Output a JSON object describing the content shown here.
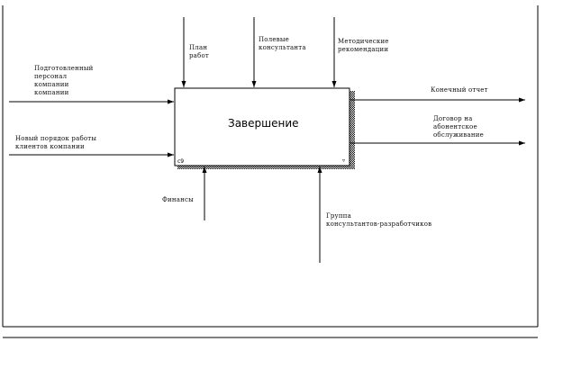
{
  "activity": {
    "title": "Завершение",
    "node_ref": "с9",
    "mark": "▿"
  },
  "controls": {
    "plan": [
      "План",
      "работ"
    ],
    "consultant_report": [
      "Полевые",
      "консультанта"
    ],
    "methodical": [
      "Методические",
      "рекомендации"
    ]
  },
  "inputs": {
    "prepared_staff": [
      "Подготовленный",
      "персонал",
      "компании",
      "компании"
    ],
    "new_workflow": [
      "Новый порядок работы",
      "клиентов компании"
    ]
  },
  "outputs": {
    "final_report": [
      "Конечный отчет"
    ],
    "contract": [
      "Договор на",
      "абонентское",
      "обслуживание"
    ]
  },
  "mechanisms": {
    "finances": [
      "Финансы"
    ],
    "consultant_group": [
      "Группа",
      "консультантов-разработчиков"
    ]
  }
}
